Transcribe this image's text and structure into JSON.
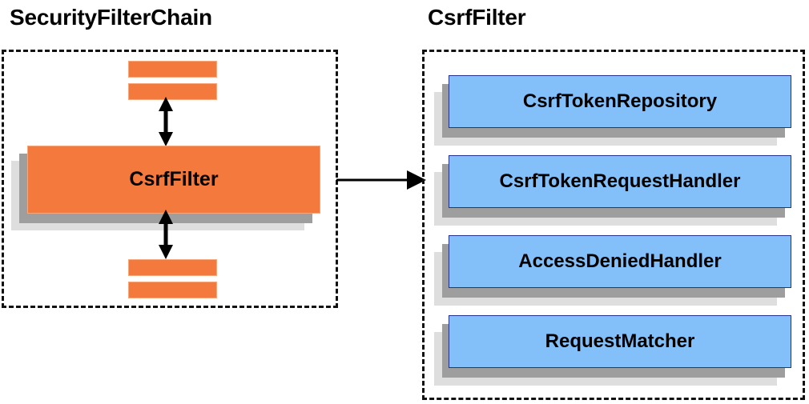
{
  "diagram": {
    "title_left": "SecurityFilterChain",
    "title_right": "CsrfFilter",
    "colors": {
      "orange_face": "#f3793c",
      "orange_border": "#f8a77a",
      "blue_face": "#83bff8",
      "blue_border": "#23338c",
      "shadow_dark": "#9e9e9e",
      "shadow_light": "#dedede",
      "outline": "#111111",
      "arrow": "#000000",
      "background": "#ffffff"
    }
  },
  "left_panel": {
    "label": "SecurityFilterChain",
    "highlighted_filter": "CsrfFilter",
    "filters_above": [
      "",
      ""
    ],
    "filters_below": [
      "",
      ""
    ],
    "arrow_top": "bidirectional",
    "arrow_bottom": "bidirectional"
  },
  "right_panel": {
    "label": "CsrfFilter",
    "collaborators": [
      {
        "name": "CsrfTokenRepository"
      },
      {
        "name": "CsrfTokenRequestHandler"
      },
      {
        "name": "AccessDeniedHandler"
      },
      {
        "name": "RequestMatcher"
      }
    ]
  },
  "connector": {
    "from": "CsrfFilter",
    "to": "CsrfFilter detail panel",
    "direction": "right"
  }
}
